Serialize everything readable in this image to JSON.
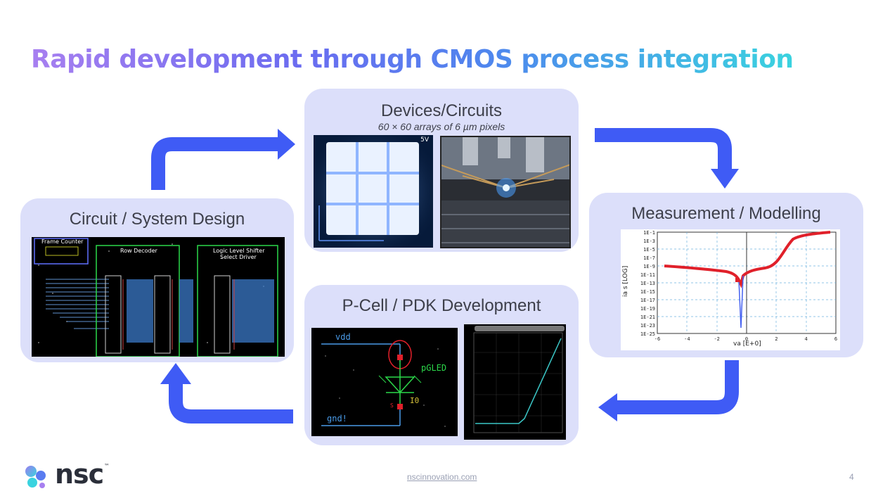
{
  "slide": {
    "title": "Rapid development through CMOS process integration",
    "footer_link": "nscinnovation.com",
    "page_number": "4"
  },
  "logo": {
    "text": "nsc",
    "tm": "™"
  },
  "panels": {
    "devices": {
      "title": "Devices/Circuits",
      "subtitle": "60 × 60 arrays of 6 µm pixels",
      "voltage_label": "5V"
    },
    "measurement": {
      "title": "Measurement / Modelling",
      "plot": {
        "ylabel": "ia s [LOG]",
        "xlabel": "va [E+0]",
        "yticks": [
          "1E-1",
          "1E-3",
          "1E-5",
          "1E-7",
          "1E-9",
          "1E-11",
          "1E-13",
          "1E-15",
          "1E-17",
          "1E-19",
          "1E-21",
          "1E-23",
          "1E-25"
        ],
        "xticks": [
          "-6",
          "-4",
          "-2",
          "0",
          "2",
          "4",
          "6"
        ]
      }
    },
    "design": {
      "title": "Circuit / System Design",
      "labels": {
        "frame_counter": "Frame Counter",
        "row_decoder": "Row Decoder",
        "shifter_1": "Logic Level Shifter",
        "shifter_2": "Select Driver"
      }
    },
    "pcell": {
      "title": "P-Cell / PDK Development",
      "labels": {
        "vdd": "vdd",
        "gnd": "gnd!",
        "device": "pGLED",
        "current": "I0",
        "pin": "S"
      }
    }
  },
  "colors": {
    "panel": "#dcdffa",
    "arrow": "#3f5bf5",
    "title_start": "#a77ff0",
    "title_end": "#3ad3df"
  }
}
